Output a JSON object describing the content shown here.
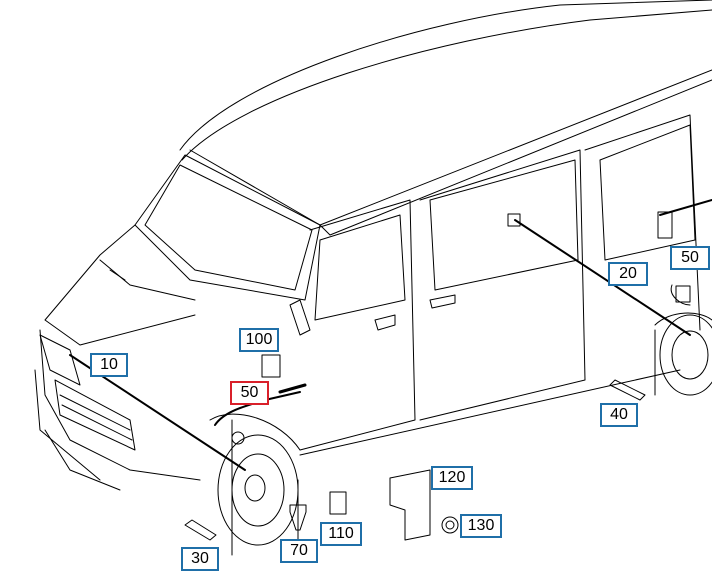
{
  "diagram": {
    "callouts": [
      {
        "id": "c10",
        "label": "10"
      },
      {
        "id": "c20",
        "label": "20"
      },
      {
        "id": "c30",
        "label": "30"
      },
      {
        "id": "c40",
        "label": "40"
      },
      {
        "id": "c50",
        "label": "50",
        "selected": true
      },
      {
        "id": "c50b",
        "label": "50"
      },
      {
        "id": "c70",
        "label": "70"
      },
      {
        "id": "c100",
        "label": "100"
      },
      {
        "id": "c110",
        "label": "110"
      },
      {
        "id": "c120",
        "label": "120"
      },
      {
        "id": "c130",
        "label": "130"
      }
    ],
    "colors": {
      "callout_border": "#1f6fa8",
      "selected_border": "#d9202a",
      "line": "#000000"
    }
  }
}
